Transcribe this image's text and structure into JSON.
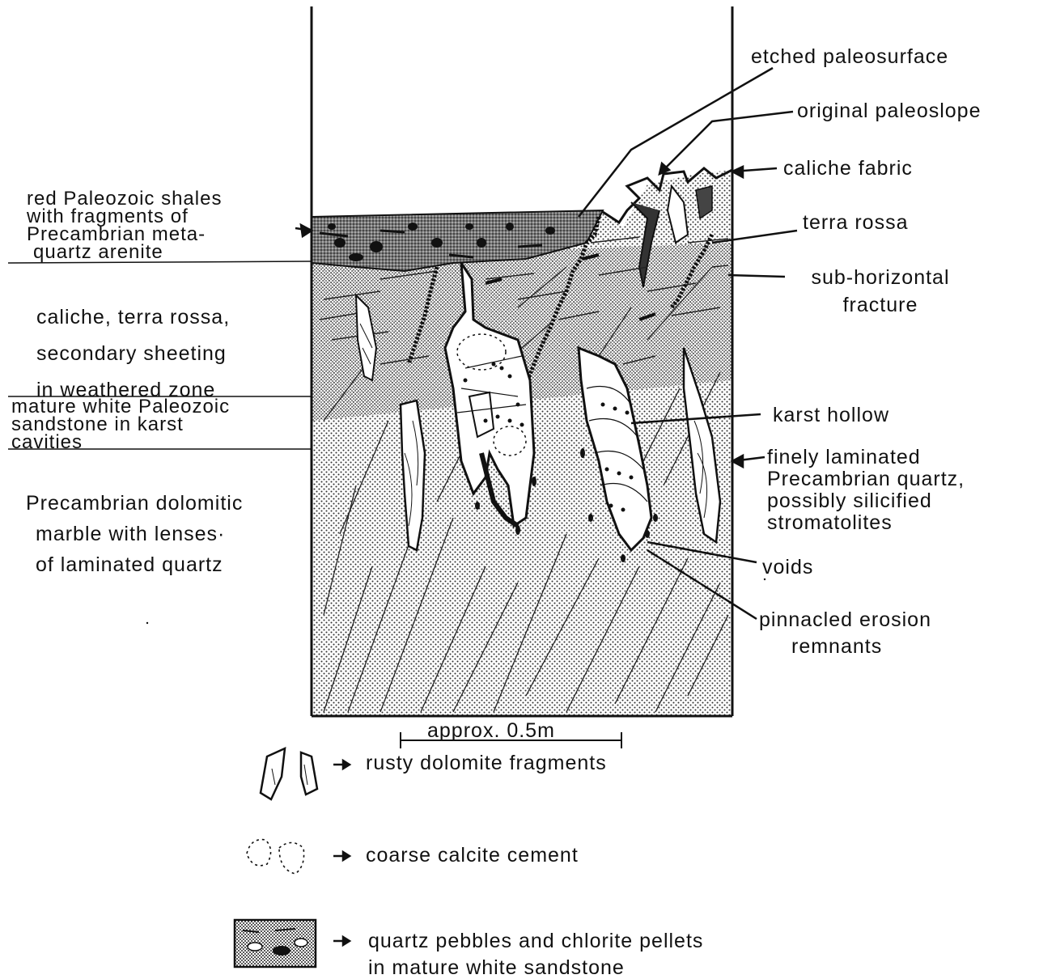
{
  "labels": {
    "etched_paleosurface": "etched paleosurface",
    "original_paleoslope": "original paleoslope",
    "caliche_fabric": "caliche fabric",
    "terra_rossa": "terra rossa",
    "sub_horizontal_fracture_1": "sub-horizontal",
    "sub_horizontal_fracture_2": "fracture",
    "karst_hollow": "karst hollow",
    "finely_laminated_1": "finely laminated",
    "finely_laminated_2": "Precambrian quartz,",
    "finely_laminated_3": "possibly silicified",
    "finely_laminated_4": "stromatolites",
    "voids": "voids",
    "pinnacled_1": "pinnacled erosion",
    "pinnacled_2": "remnants"
  },
  "left_labels": {
    "red_shales_1": "red Paleozoic shales",
    "red_shales_2": "with fragments of",
    "red_shales_3": "Precambrian meta-",
    "red_shales_4": "quartz arenite",
    "caliche_zone_1": "caliche, terra rossa,",
    "caliche_zone_2": "secondary sheeting",
    "caliche_zone_3": "in weathered zone",
    "mature_white_1": "mature white Paleozoic",
    "mature_white_2": "sandstone in karst",
    "mature_white_3": "cavities",
    "precambrian_1": "Precambrian dolomitic",
    "precambrian_2": "marble with lenses·",
    "precambrian_3": "of laminated quartz"
  },
  "scale": {
    "label": "approx. 0.5m"
  },
  "legend": [
    {
      "icon": "rusty-dolomite-fragment-icon",
      "text": "rusty dolomite fragments"
    },
    {
      "icon": "calcite-cement-icon",
      "text": "coarse calcite cement"
    },
    {
      "icon": "pebbles-pellets-icon",
      "text_1": "quartz pebbles and chlorite pellets",
      "text_2": "in mature white sandstone"
    }
  ]
}
